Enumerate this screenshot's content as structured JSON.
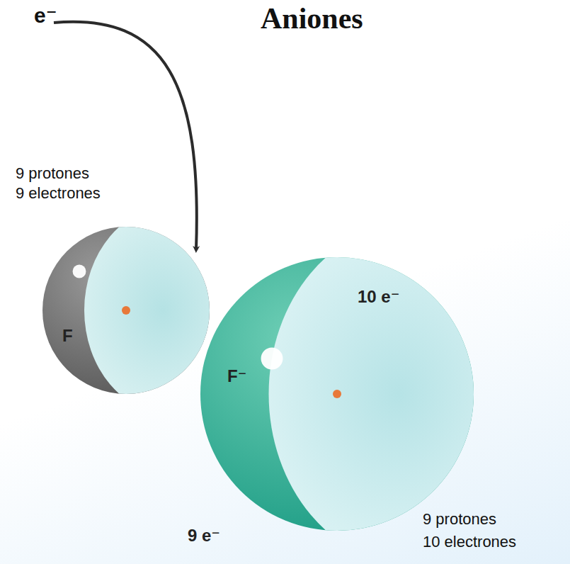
{
  "diagram": {
    "title": "Aniones",
    "nodes": [
      {
        "text": [
          "9 e⁻",
          "F"
        ]
      },
      {
        "text": [
          "10 e⁻",
          "F⁻"
        ]
      }
    ],
    "labels": [
      "e⁻",
      "9 protones",
      "9 electrones",
      "9 protones",
      "10 electrones"
    ]
  }
}
